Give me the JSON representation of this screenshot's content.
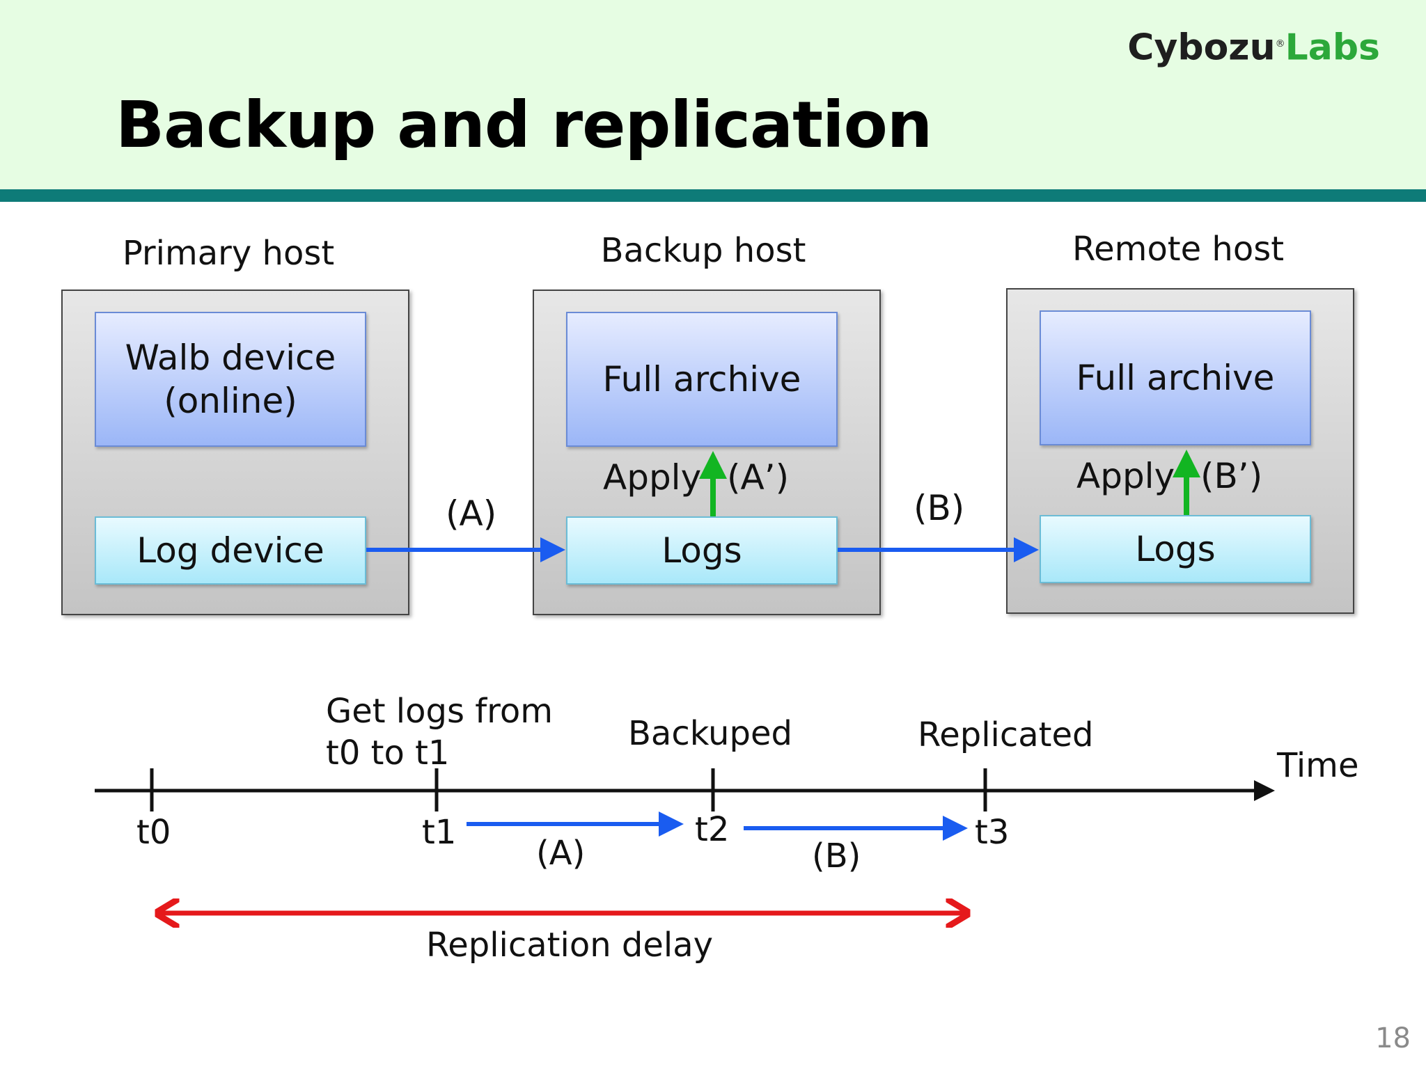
{
  "slide": {
    "title": "Backup and replication",
    "logo": {
      "part1": "Cybozu",
      "reg_mark": "®",
      "part2": "Labs"
    },
    "page_number": "18"
  },
  "hosts": {
    "primary": {
      "title": "Primary host",
      "main_box": "Walb device\n(online)",
      "log_box": "Log device"
    },
    "backup": {
      "title": "Backup host",
      "main_box": "Full archive",
      "log_box": "Logs",
      "apply_label": "Apply",
      "apply_tag": "(A’)"
    },
    "remote": {
      "title": "Remote host",
      "main_box": "Full archive",
      "log_box": "Logs",
      "apply_label": "Apply",
      "apply_tag": "(B’)"
    }
  },
  "transfers": {
    "a_label": "(A)",
    "b_label": "(B)"
  },
  "timeline": {
    "axis_label": "Time",
    "ticks": [
      "t0",
      "t1",
      "t2",
      "t3"
    ],
    "events": {
      "t1": "Get logs from\nt0 to t1",
      "t2": "Backuped",
      "t3": "Replicated"
    },
    "segment_a": "(A)",
    "segment_b": "(B)",
    "delay_label": "Replication delay"
  },
  "colors": {
    "header_bg": "#e6fde3",
    "header_rule": "#0e7b78",
    "transfer_arrow": "#1a5cf0",
    "apply_arrow": "#12b522",
    "delay_arrow": "#e5191b"
  }
}
